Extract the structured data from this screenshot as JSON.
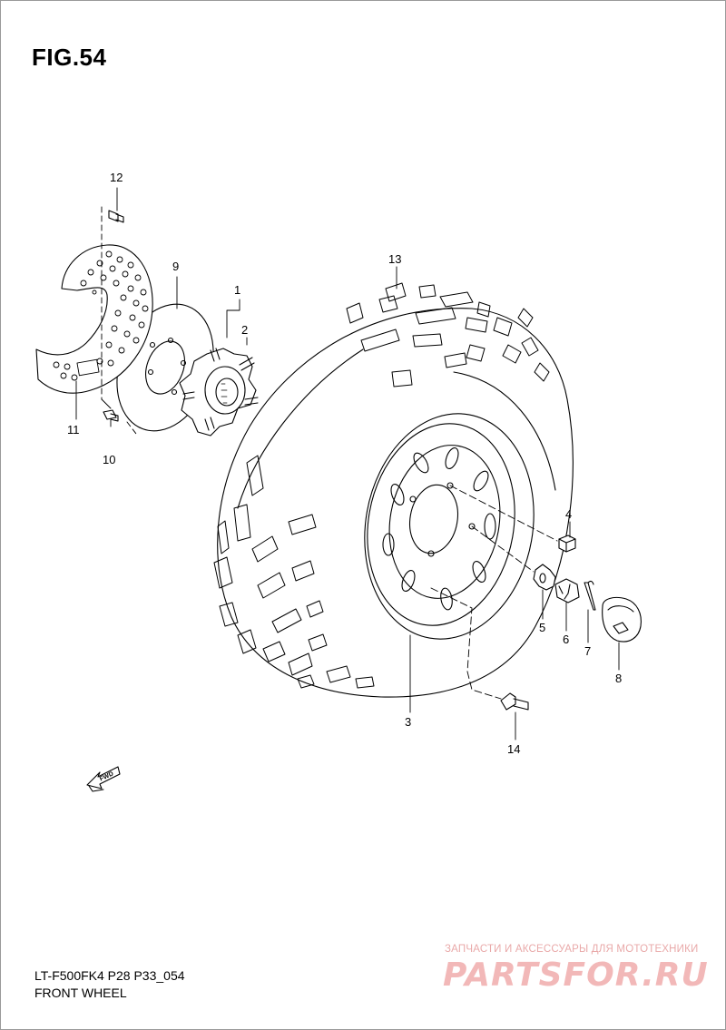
{
  "figure": {
    "title": "FIG.54"
  },
  "callouts": [
    {
      "id": "1",
      "label": "1"
    },
    {
      "id": "2",
      "label": "2"
    },
    {
      "id": "3",
      "label": "3"
    },
    {
      "id": "4",
      "label": "4"
    },
    {
      "id": "5",
      "label": "5"
    },
    {
      "id": "6",
      "label": "6"
    },
    {
      "id": "7",
      "label": "7"
    },
    {
      "id": "8",
      "label": "8"
    },
    {
      "id": "9",
      "label": "9"
    },
    {
      "id": "10",
      "label": "10"
    },
    {
      "id": "11",
      "label": "11"
    },
    {
      "id": "12",
      "label": "12"
    },
    {
      "id": "13",
      "label": "13"
    },
    {
      "id": "14",
      "label": "14"
    }
  ],
  "direction_marker": {
    "label": "FWD"
  },
  "footer": {
    "model_code": "LT-F500FK4 P28 P33_054",
    "section_name": "FRONT WHEEL"
  },
  "watermark": {
    "tagline": "ЗАПЧАСТИ И АКСЕССУАРЫ ДЛЯ МОТОТЕХНИКИ",
    "logo_text": "PARTSFOR.RU",
    "color": "#f2b8b8"
  }
}
